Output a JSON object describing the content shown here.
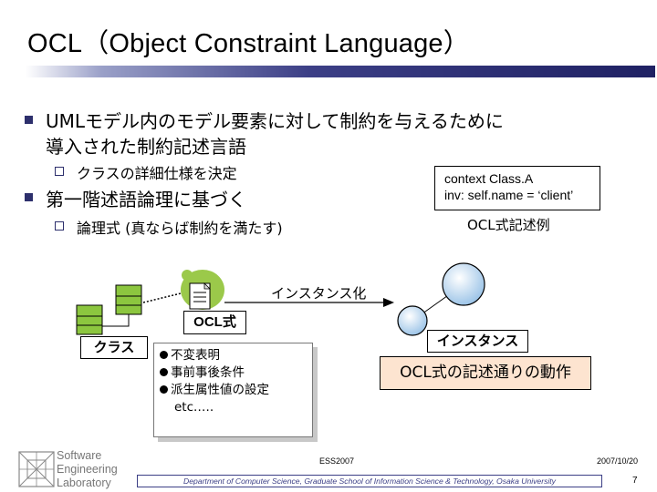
{
  "title": "OCL（Object Constraint Language）",
  "bullets": {
    "b1_line1": "UMLモデル内のモデル要素に対して制約を与えるために",
    "b1_line2": "導入された制約記述言語",
    "b1_sub": "クラスの詳細仕様を決定",
    "b2": "第一階述語論理に基づく",
    "b2_sub": "論理式 (真ならば制約を満たす)"
  },
  "example": {
    "line1": "context Class.A",
    "line2": "inv: self.name = ‘client’",
    "caption": "OCL式記述例"
  },
  "diagram": {
    "instantiate_label": "インスタンス化",
    "ocl_label": "OCL式",
    "class_label": "クラス",
    "instance_label": "インスタンス",
    "behavior_label": "OCL式の記述通りの動作",
    "note_items": [
      "不変表明",
      "事前事後条件",
      "派生属性値の設定"
    ],
    "note_etc": "etc.…."
  },
  "footer": {
    "event": "ESS2007",
    "date": "2007/10/20",
    "department": "Department of Computer Science, Graduate School of Information Science & Technology, Osaka University",
    "page": "7",
    "logo_lines": [
      "Software",
      "Engineering",
      "Laboratory"
    ]
  },
  "colors": {
    "accent": "#2d2f6c",
    "behavior_fill": "#fde4d0",
    "logo_green": "#8cc63f"
  },
  "icons": [
    "square-bullet-icon",
    "hollow-square-bullet-icon",
    "document-icon",
    "node-icon",
    "sel-logo-icon"
  ]
}
